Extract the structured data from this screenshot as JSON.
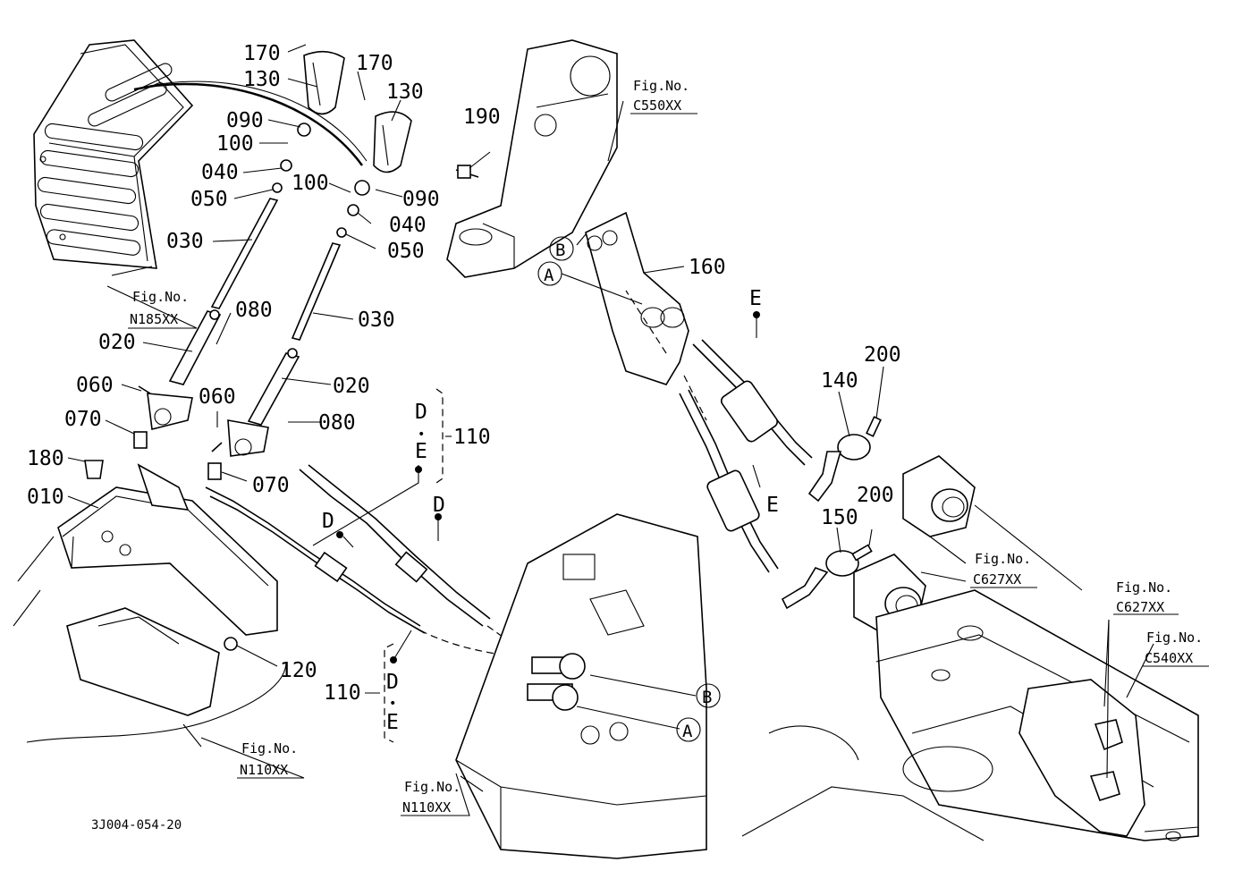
{
  "diagram": {
    "part_numbers": {
      "p170a": "170",
      "p130a": "130",
      "p170b": "170",
      "p130b": "130",
      "p090a": "090",
      "p100a": "100",
      "p040a": "040",
      "p050a": "050",
      "p100b": "100",
      "p090b": "090",
      "p040b": "040",
      "p050b": "050",
      "p030a": "030",
      "p030b": "030",
      "p080a": "080",
      "p020a": "020",
      "p020b": "020",
      "p060a": "060",
      "p060b": "060",
      "p080b": "080",
      "p070a": "070",
      "p070b": "070",
      "p180": "180",
      "p010": "010",
      "p120": "120",
      "p110a": "110",
      "p110b": "110",
      "p190": "190",
      "p160": "160",
      "p140": "140",
      "p200a": "200",
      "p200b": "200",
      "p150": "150"
    },
    "letters": {
      "D1": "D",
      "dot1": "•",
      "E1": "E",
      "D2": "D",
      "D3": "D",
      "D4": "D",
      "dot2": "•",
      "E2": "E",
      "E3": "E",
      "E4": "E",
      "A1": "A",
      "B1": "B",
      "A2": "A",
      "B2": "B"
    },
    "fig_refs": {
      "n185_label": "Fig.No.",
      "n185_code": "N185XX",
      "c550_label": "Fig.No.",
      "c550_code": "C550XX",
      "n110a_label": "Fig.No.",
      "n110a_code": "N110XX",
      "n110b_label": "Fig.No.",
      "n110b_code": "N110XX",
      "c627a_label": "Fig.No.",
      "c627a_code": "C627XX",
      "c627b_label": "Fig.No.",
      "c627b_code": "C627XX",
      "c540_label": "Fig.No.",
      "c540_code": "C540XX"
    },
    "drawing_code": "3J004-054-20"
  }
}
